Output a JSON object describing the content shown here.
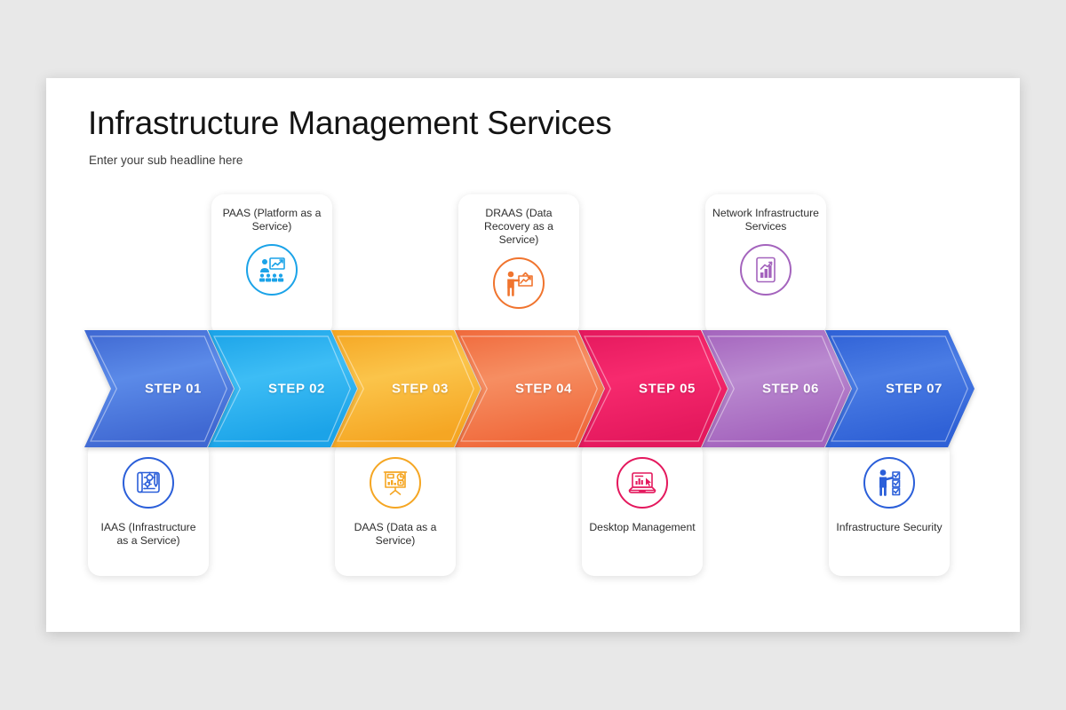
{
  "slide": {
    "title": "Infrastructure Management Services",
    "subtitle": "Enter your sub headline here",
    "background": "#e8e8e8",
    "surface": "#ffffff"
  },
  "steps": [
    {
      "label": "STEP 01",
      "color_light": "#5b8ae8",
      "color_dark": "#3f68d2",
      "edge": "#3f68d2"
    },
    {
      "label": "STEP 02",
      "color_light": "#3dbdf5",
      "color_dark": "#1ba3e8",
      "edge": "#1ba3e8"
    },
    {
      "label": "STEP 03",
      "color_light": "#fbc44a",
      "color_dark": "#f5a623",
      "edge": "#f5a623"
    },
    {
      "label": "STEP 04",
      "color_light": "#f68e62",
      "color_dark": "#f06a3c",
      "edge": "#f06a3c"
    },
    {
      "label": "STEP 05",
      "color_light": "#f72a6e",
      "color_dark": "#e4185d",
      "edge": "#e4185d"
    },
    {
      "label": "STEP 06",
      "color_light": "#ba8ad0",
      "color_dark": "#a464bd",
      "edge": "#a464bd"
    },
    {
      "label": "STEP 07",
      "color_light": "#4a7ce4",
      "color_dark": "#2f61d6",
      "edge": "#2f61d6"
    }
  ],
  "cards": [
    {
      "position": "bottom",
      "index": 0,
      "title": "IAAS (Infrastructure as a Service)",
      "icon": "blueprint-engineering-icon",
      "color": "#2b5fd9"
    },
    {
      "position": "top",
      "index": 1,
      "title": "PAAS (Platform as a Service)",
      "icon": "presentation-audience-icon",
      "color": "#1ba3e8"
    },
    {
      "position": "bottom",
      "index": 2,
      "title": "DAAS (Data as a Service)",
      "icon": "data-presentation-board-icon",
      "color": "#f5a623"
    },
    {
      "position": "top",
      "index": 3,
      "title": "DRAAS (Data Recovery as a Service)",
      "icon": "presenter-chart-icon",
      "color": "#f0742e"
    },
    {
      "position": "bottom",
      "index": 4,
      "title": "Desktop Management",
      "icon": "laptop-analytics-icon",
      "color": "#e4185d"
    },
    {
      "position": "top",
      "index": 5,
      "title": "Network Infrastructure Services",
      "icon": "bar-chart-document-icon",
      "color": "#a464bd"
    },
    {
      "position": "bottom",
      "index": 6,
      "title": "Infrastructure Security",
      "icon": "person-checklist-icon",
      "color": "#2b5fd9"
    }
  ]
}
